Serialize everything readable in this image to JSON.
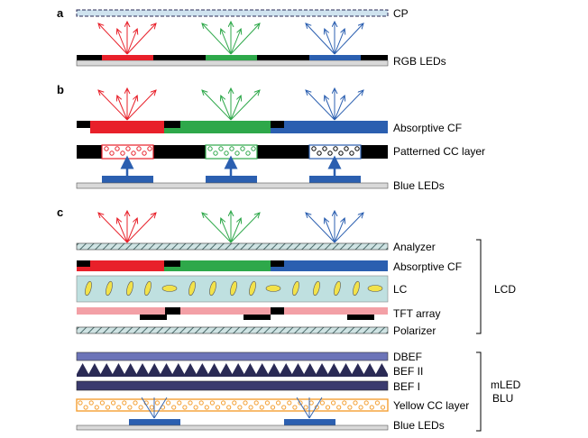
{
  "panels": {
    "a": {
      "letter": "a",
      "cp_label": "CP",
      "leds_label": "RGB LEDs"
    },
    "b": {
      "letter": "b",
      "cf_label": "Absorptive CF",
      "cc_label": "Patterned CC layer",
      "leds_label": "Blue LEDs"
    },
    "c": {
      "letter": "c",
      "analyzer_label": "Analyzer",
      "cf_label": "Absorptive CF",
      "lc_label": "LC",
      "tft_label": "TFT array",
      "polarizer_label": "Polarizer",
      "dbef_label": "DBEF",
      "bef2_label": "BEF II",
      "bef1_label": "BEF I",
      "ycc_label": "Yellow CC layer",
      "leds_label": "Blue LEDs",
      "lcd_group": "LCD",
      "blu_group_line1": "mLED",
      "blu_group_line2": "BLU"
    }
  },
  "colors": {
    "red": "#e8202a",
    "green": "#2ea84a",
    "blue": "#2b5fb0",
    "black": "#000000",
    "lc_fill": "#bfe0e0",
    "lc_molecule": "#f2e24a",
    "tft_pink": "#f3a0a6",
    "dbef": "#6c74b8",
    "bef_dark": "#2a2a55",
    "bef1": "#3a3a6e",
    "yellow_cc": "#f4a033",
    "substrate": "#d9d9d9",
    "cp_blue": "#9ec5e0"
  },
  "icons": {
    "light_ray": "arrow-ray-icon",
    "qd_particle": "circle-particle-icon",
    "lc_molecule": "ellipse-molecule-icon",
    "group_brace": "right-bracket-icon"
  }
}
